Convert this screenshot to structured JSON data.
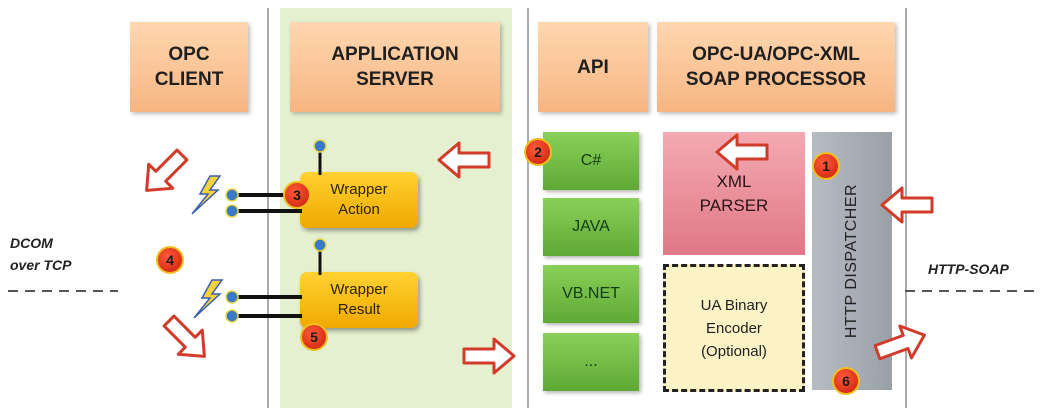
{
  "headers": {
    "opc_client": "OPC\nCLIENT",
    "application_server": "APPLICATION\nSERVER",
    "api": "API",
    "soap_processor": "OPC-UA/OPC-XML\nSOAP PROCESSOR"
  },
  "wrappers": {
    "action": "Wrapper\nAction",
    "result": "Wrapper\nResult"
  },
  "api_languages": [
    "C#",
    "JAVA",
    "VB.NET",
    "..."
  ],
  "xml_parser": "XML\nPARSER",
  "ua_binary_encoder": "UA Binary\nEncoder\n(Optional)",
  "http_dispatcher": "HTTP DISPATCHER",
  "side_labels": {
    "dcom": "DCOM\nover TCP",
    "http_soap": "HTTP-SOAP"
  },
  "step_numbers": {
    "n1": "1",
    "n2": "2",
    "n3": "3",
    "n4": "4",
    "n5": "5",
    "n6": "6"
  },
  "colors": {
    "header": "#f6b582",
    "app_server_panel": "#e5f0d0",
    "api_language_box": "#6cb73e",
    "wrapper": "#f5b800",
    "xml_parser": "#e88a96",
    "ua_encoder": "#fbf3c6",
    "dispatcher": "#a4a9b0",
    "step_marker": "#d8250e",
    "flow_arrow": "#d23a2a"
  }
}
